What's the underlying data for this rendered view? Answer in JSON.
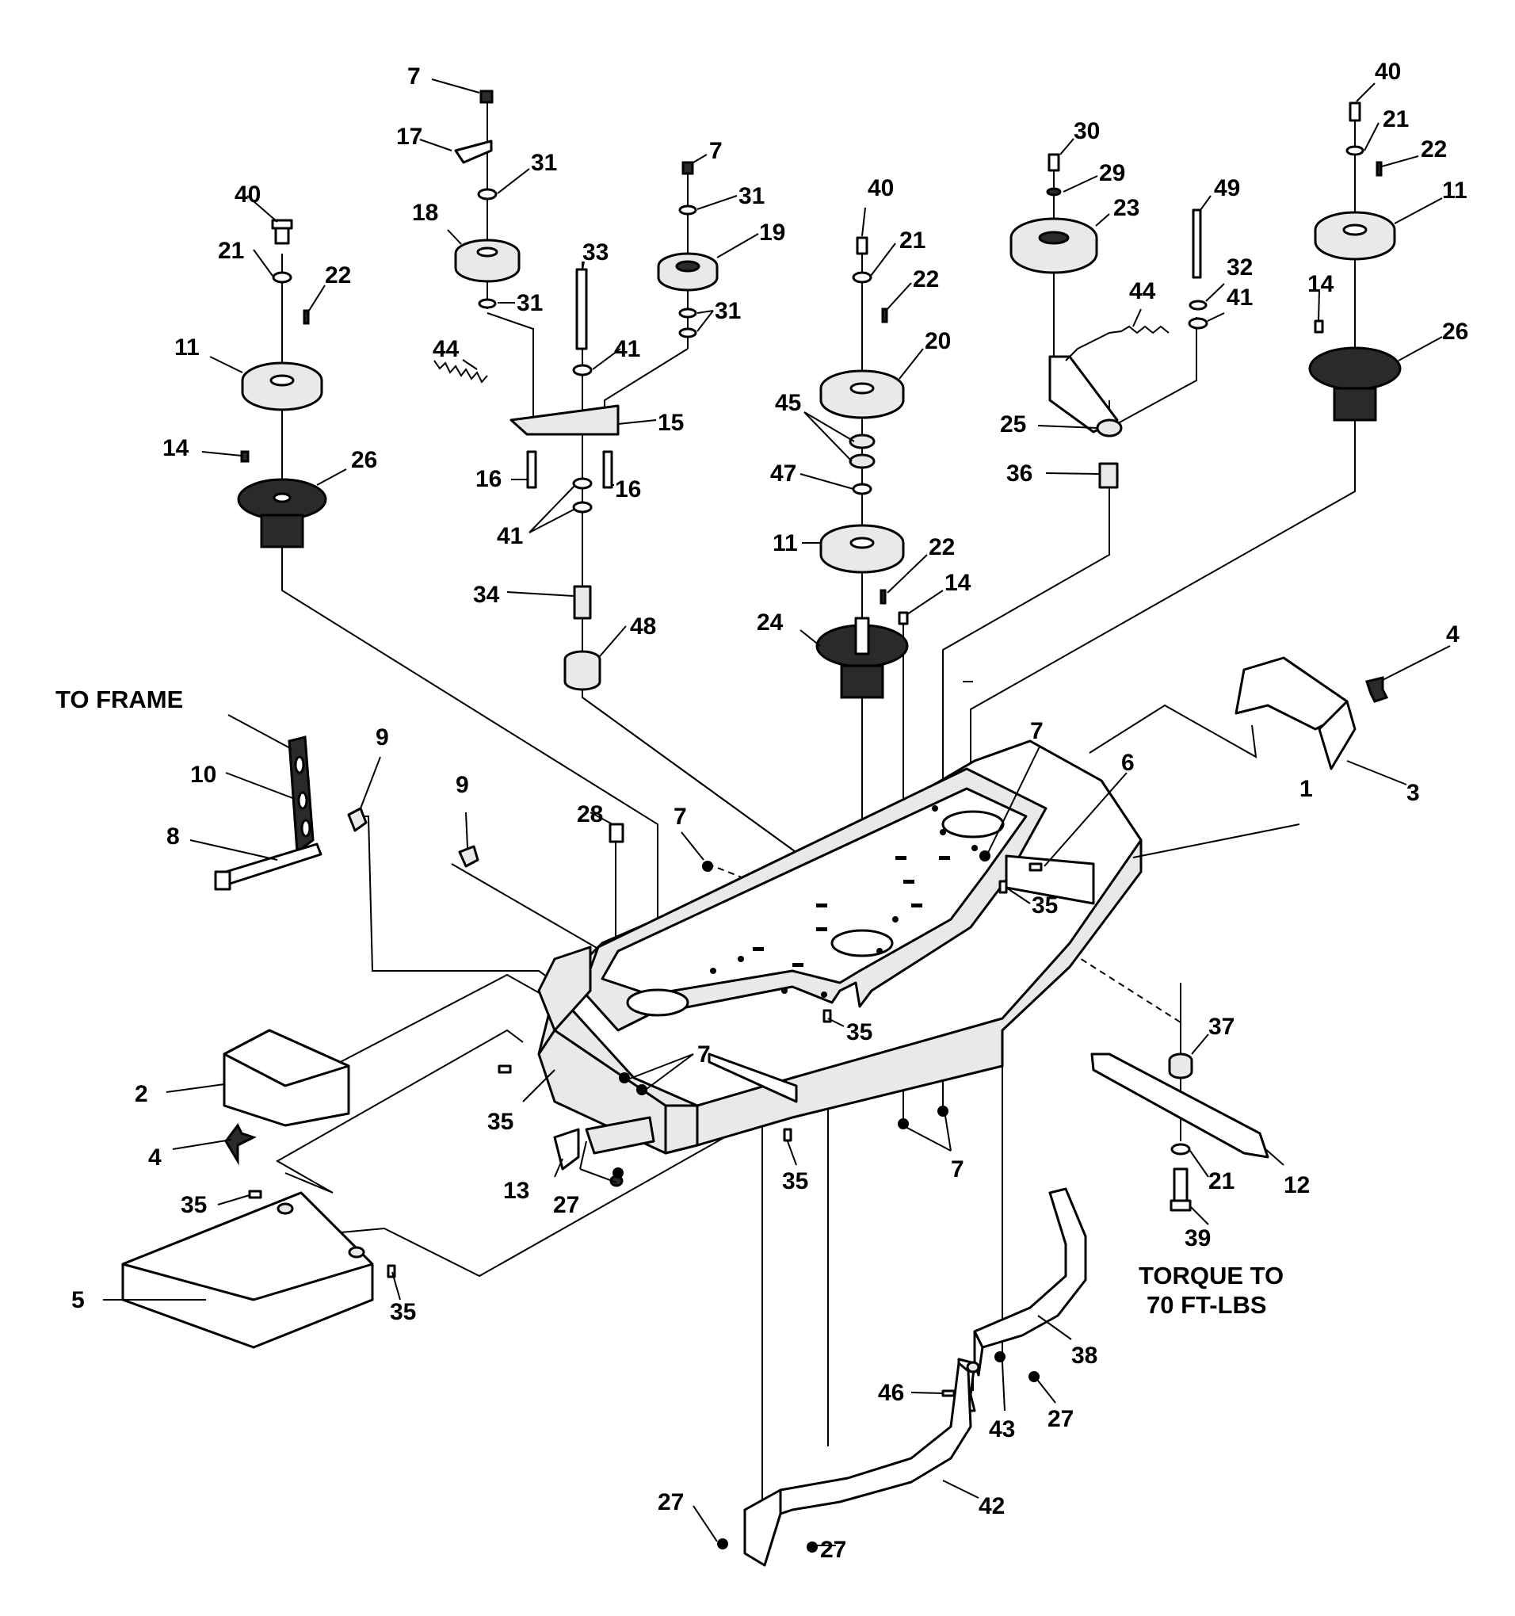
{
  "notes": {
    "to_frame": "TO FRAME",
    "torque_line1": "TORQUE TO",
    "torque_line2": "70 FT-LBS"
  },
  "callouts": [
    {
      "id": "c40a",
      "num": "40"
    },
    {
      "id": "c21a",
      "num": "21"
    },
    {
      "id": "c22a",
      "num": "22"
    },
    {
      "id": "c11a",
      "num": "11"
    },
    {
      "id": "c14a",
      "num": "14"
    },
    {
      "id": "c26a",
      "num": "26"
    },
    {
      "id": "c7a",
      "num": "7"
    },
    {
      "id": "c17",
      "num": "17"
    },
    {
      "id": "c31a",
      "num": "31"
    },
    {
      "id": "c18",
      "num": "18"
    },
    {
      "id": "c31b",
      "num": "31"
    },
    {
      "id": "c44a",
      "num": "44"
    },
    {
      "id": "c33",
      "num": "33"
    },
    {
      "id": "c41a",
      "num": "41"
    },
    {
      "id": "c15",
      "num": "15"
    },
    {
      "id": "c16a",
      "num": "16"
    },
    {
      "id": "c16b",
      "num": "16"
    },
    {
      "id": "c41b",
      "num": "41"
    },
    {
      "id": "c34",
      "num": "34"
    },
    {
      "id": "c48",
      "num": "48"
    },
    {
      "id": "c7b",
      "num": "7"
    },
    {
      "id": "c31c",
      "num": "31"
    },
    {
      "id": "c19",
      "num": "19"
    },
    {
      "id": "c31d",
      "num": "31"
    },
    {
      "id": "c40b",
      "num": "40"
    },
    {
      "id": "c21b",
      "num": "21"
    },
    {
      "id": "c22b",
      "num": "22"
    },
    {
      "id": "c20",
      "num": "20"
    },
    {
      "id": "c45",
      "num": "45"
    },
    {
      "id": "c47",
      "num": "47"
    },
    {
      "id": "c11b",
      "num": "11"
    },
    {
      "id": "c22c",
      "num": "22"
    },
    {
      "id": "c14b",
      "num": "14"
    },
    {
      "id": "c24",
      "num": "24"
    },
    {
      "id": "c30",
      "num": "30"
    },
    {
      "id": "c29",
      "num": "29"
    },
    {
      "id": "c23",
      "num": "23"
    },
    {
      "id": "c49",
      "num": "49"
    },
    {
      "id": "c44b",
      "num": "44"
    },
    {
      "id": "c32",
      "num": "32"
    },
    {
      "id": "c41c",
      "num": "41"
    },
    {
      "id": "c25",
      "num": "25"
    },
    {
      "id": "c36",
      "num": "36"
    },
    {
      "id": "c40c",
      "num": "40"
    },
    {
      "id": "c21c",
      "num": "21"
    },
    {
      "id": "c22d",
      "num": "22"
    },
    {
      "id": "c11c",
      "num": "11"
    },
    {
      "id": "c14c",
      "num": "14"
    },
    {
      "id": "c26b",
      "num": "26"
    },
    {
      "id": "c4a",
      "num": "4"
    },
    {
      "id": "c3",
      "num": "3"
    },
    {
      "id": "c1",
      "num": "1"
    },
    {
      "id": "c7c",
      "num": "7"
    },
    {
      "id": "c6",
      "num": "6"
    },
    {
      "id": "c35a",
      "num": "35"
    },
    {
      "id": "c10",
      "num": "10"
    },
    {
      "id": "c9a",
      "num": "9"
    },
    {
      "id": "c8",
      "num": "8"
    },
    {
      "id": "c9b",
      "num": "9"
    },
    {
      "id": "c28",
      "num": "28"
    },
    {
      "id": "c7d",
      "num": "7"
    },
    {
      "id": "c35b",
      "num": "35"
    },
    {
      "id": "c7e",
      "num": "7"
    },
    {
      "id": "c2",
      "num": "2"
    },
    {
      "id": "c4b",
      "num": "4"
    },
    {
      "id": "c35c",
      "num": "35"
    },
    {
      "id": "c13",
      "num": "13"
    },
    {
      "id": "c27a",
      "num": "27"
    },
    {
      "id": "c35d",
      "num": "35"
    },
    {
      "id": "c7f",
      "num": "7"
    },
    {
      "id": "c37",
      "num": "37"
    },
    {
      "id": "c12",
      "num": "12"
    },
    {
      "id": "c21d",
      "num": "21"
    },
    {
      "id": "c39",
      "num": "39"
    },
    {
      "id": "c35e",
      "num": "35"
    },
    {
      "id": "c5",
      "num": "5"
    },
    {
      "id": "c35f",
      "num": "35"
    },
    {
      "id": "c38",
      "num": "38"
    },
    {
      "id": "c46",
      "num": "46"
    },
    {
      "id": "c43",
      "num": "43"
    },
    {
      "id": "c27b",
      "num": "27"
    },
    {
      "id": "c42",
      "num": "42"
    },
    {
      "id": "c27c",
      "num": "27"
    },
    {
      "id": "c27d",
      "num": "27"
    }
  ]
}
